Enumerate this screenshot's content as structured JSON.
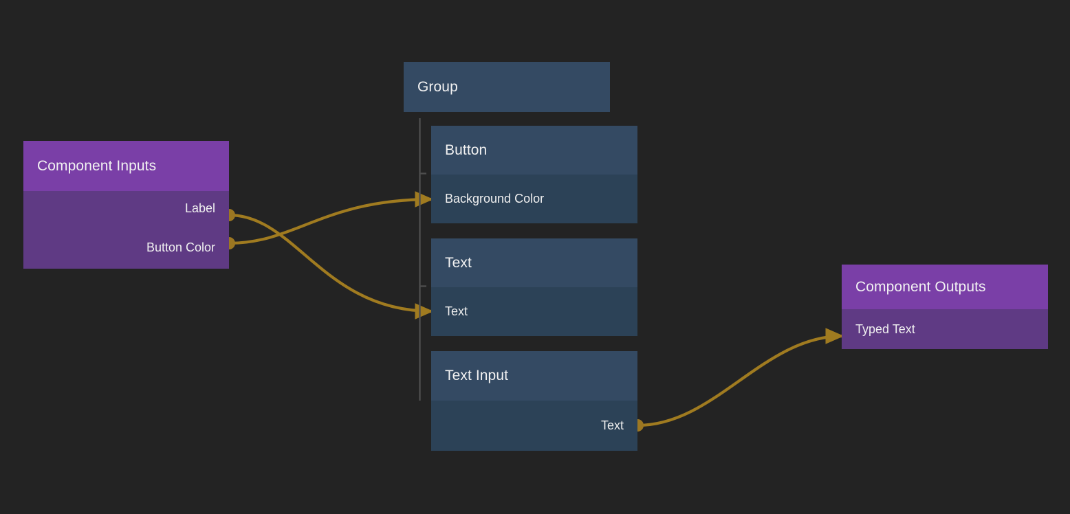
{
  "canvas": {
    "background": "#232323",
    "edge_color": "#a07b20",
    "port_color": "#9c7722",
    "bracket_color": "#4d4d4d"
  },
  "nodes": {
    "component_inputs": {
      "title": "Component Inputs",
      "accent_header": "#7a3fa7",
      "accent_body": "#5f3a84",
      "outputs": [
        {
          "label": "Label"
        },
        {
          "label": "Button Color"
        }
      ]
    },
    "group": {
      "title": "Group",
      "accent_header": "#344a63"
    },
    "button": {
      "title": "Button",
      "accent_header": "#344a63",
      "accent_body": "#2c4257",
      "inputs": [
        {
          "label": "Background Color"
        }
      ]
    },
    "text": {
      "title": "Text",
      "accent_header": "#344a63",
      "accent_body": "#2c4257",
      "inputs": [
        {
          "label": "Text"
        }
      ]
    },
    "text_input": {
      "title": "Text Input",
      "accent_header": "#344a63",
      "accent_body": "#2c4257",
      "outputs": [
        {
          "label": "Text"
        }
      ]
    },
    "component_outputs": {
      "title": "Component Outputs",
      "accent_header": "#7a3fa7",
      "accent_body": "#5f3a84",
      "inputs": [
        {
          "label": "Typed Text"
        }
      ]
    }
  },
  "edges": [
    {
      "name": "label-to-text",
      "from": "component_inputs.Label",
      "to": "text.Text"
    },
    {
      "name": "button-color-to-background",
      "from": "component_inputs.Button Color",
      "to": "button.Background Color"
    },
    {
      "name": "text-out-to-typed-text",
      "from": "text_input.Text",
      "to": "component_outputs.Typed Text"
    }
  ]
}
